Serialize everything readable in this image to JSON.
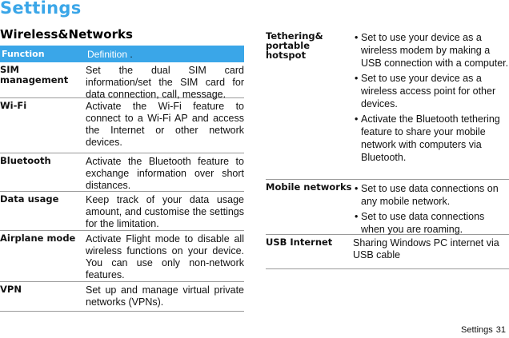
{
  "page": {
    "title": "Settings",
    "section_title": "Wireless&Networks"
  },
  "table": {
    "header_function": "Function",
    "header_definition": "Definition",
    "header_dot": "."
  },
  "left_rows": [
    {
      "function": "SIM management",
      "definition": "Set the dual SIM card information/set the SIM card for data connection, call, message."
    },
    {
      "function": "Wi-Fi",
      "definition": "Activate the Wi-Fi feature to connect to a Wi-Fi AP and access the Internet or other network devices."
    },
    {
      "function": "Bluetooth",
      "definition": "Activate the Bluetooth feature to exchange information over short distances."
    },
    {
      "function": "Data usage",
      "definition": "Keep track of your data usage amount, and customise the settings for the limitation."
    },
    {
      "function": "Airplane mode",
      "definition": "Activate Flight mode to disable all wireless functions on your device. You can use only non-network features."
    },
    {
      "function": "VPN",
      "definition": "Set up and manage virtual private networks (VPNs)."
    }
  ],
  "right_rows": {
    "tethering": {
      "function": "Tethering& portable hotspot",
      "items": [
        "Set to use your device as a wireless modem by making a USB connection with a computer.",
        "Set to use your device as a wireless access point for other devices.",
        "Activate the Bluetooth tethering feature to share your mobile network with computers via Bluetooth."
      ]
    },
    "mobile": {
      "function": "Mobile networks",
      "items": [
        "Set to use data connections on any mobile network.",
        "Set to use data connections when you are roaming."
      ]
    },
    "usb": {
      "function": "USB Internet",
      "definition": "Sharing Windows PC internet via USB cable"
    }
  },
  "footer": {
    "section": "Settings",
    "page_number": "31"
  },
  "colors": {
    "accent": "#3aa6e8"
  }
}
